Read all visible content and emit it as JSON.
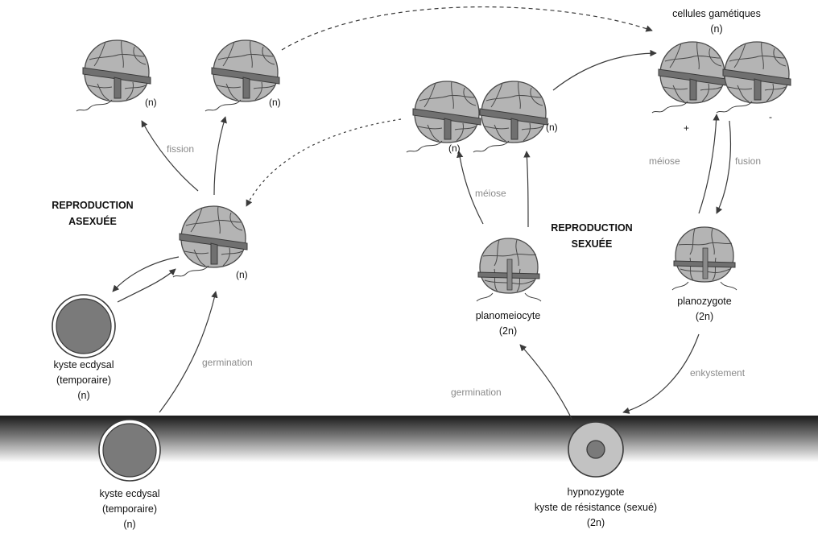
{
  "titles": {
    "asexual": [
      "REPRODUCTION",
      "ASEXUÉE"
    ],
    "sexual": [
      "REPRODUCTION",
      "SEXUÉE"
    ]
  },
  "labels": {
    "gametes": [
      "cellules gamétiques",
      "(n)"
    ],
    "ecdysal_upper": [
      "kyste ecdysal",
      "(temporaire)",
      "(n)"
    ],
    "ecdysal_lower": [
      "kyste ecdysal",
      "(temporaire)",
      "(n)"
    ],
    "planomeiocyte": [
      "planomeiocyte",
      "(2n)"
    ],
    "planozygote": [
      "planozygote",
      "(2n)"
    ],
    "hypnozygote": [
      "hypnozygote",
      "kyste de résistance (sexué)",
      "(2n)"
    ]
  },
  "processes": {
    "fission": "fission",
    "meiose_left": "méiose",
    "meiose_right": "méiose",
    "fusion": "fusion",
    "germination_left": "germination",
    "germination_right": "germination",
    "enkystement": "enkystement"
  },
  "ploidy": {
    "daughter_left": "(n)",
    "daughter_right": "(n)",
    "vegetative": "(n)",
    "meiotic_right": "(n)",
    "meiotic_bottom": "(n)"
  },
  "mating_types": {
    "plus": "+",
    "minus": "-"
  },
  "colors": {
    "cell_fill": "#b4b4b4",
    "plate_outline": "#4a4a4a",
    "cingulum": "#707070",
    "cyst_fill": "#7a7a7a",
    "hypnozygote_fill": "#c2c2c2",
    "sediment_dark": "#1a1a1a",
    "arrow": "#3a3a3a",
    "process_text": "#8a8a8a"
  }
}
